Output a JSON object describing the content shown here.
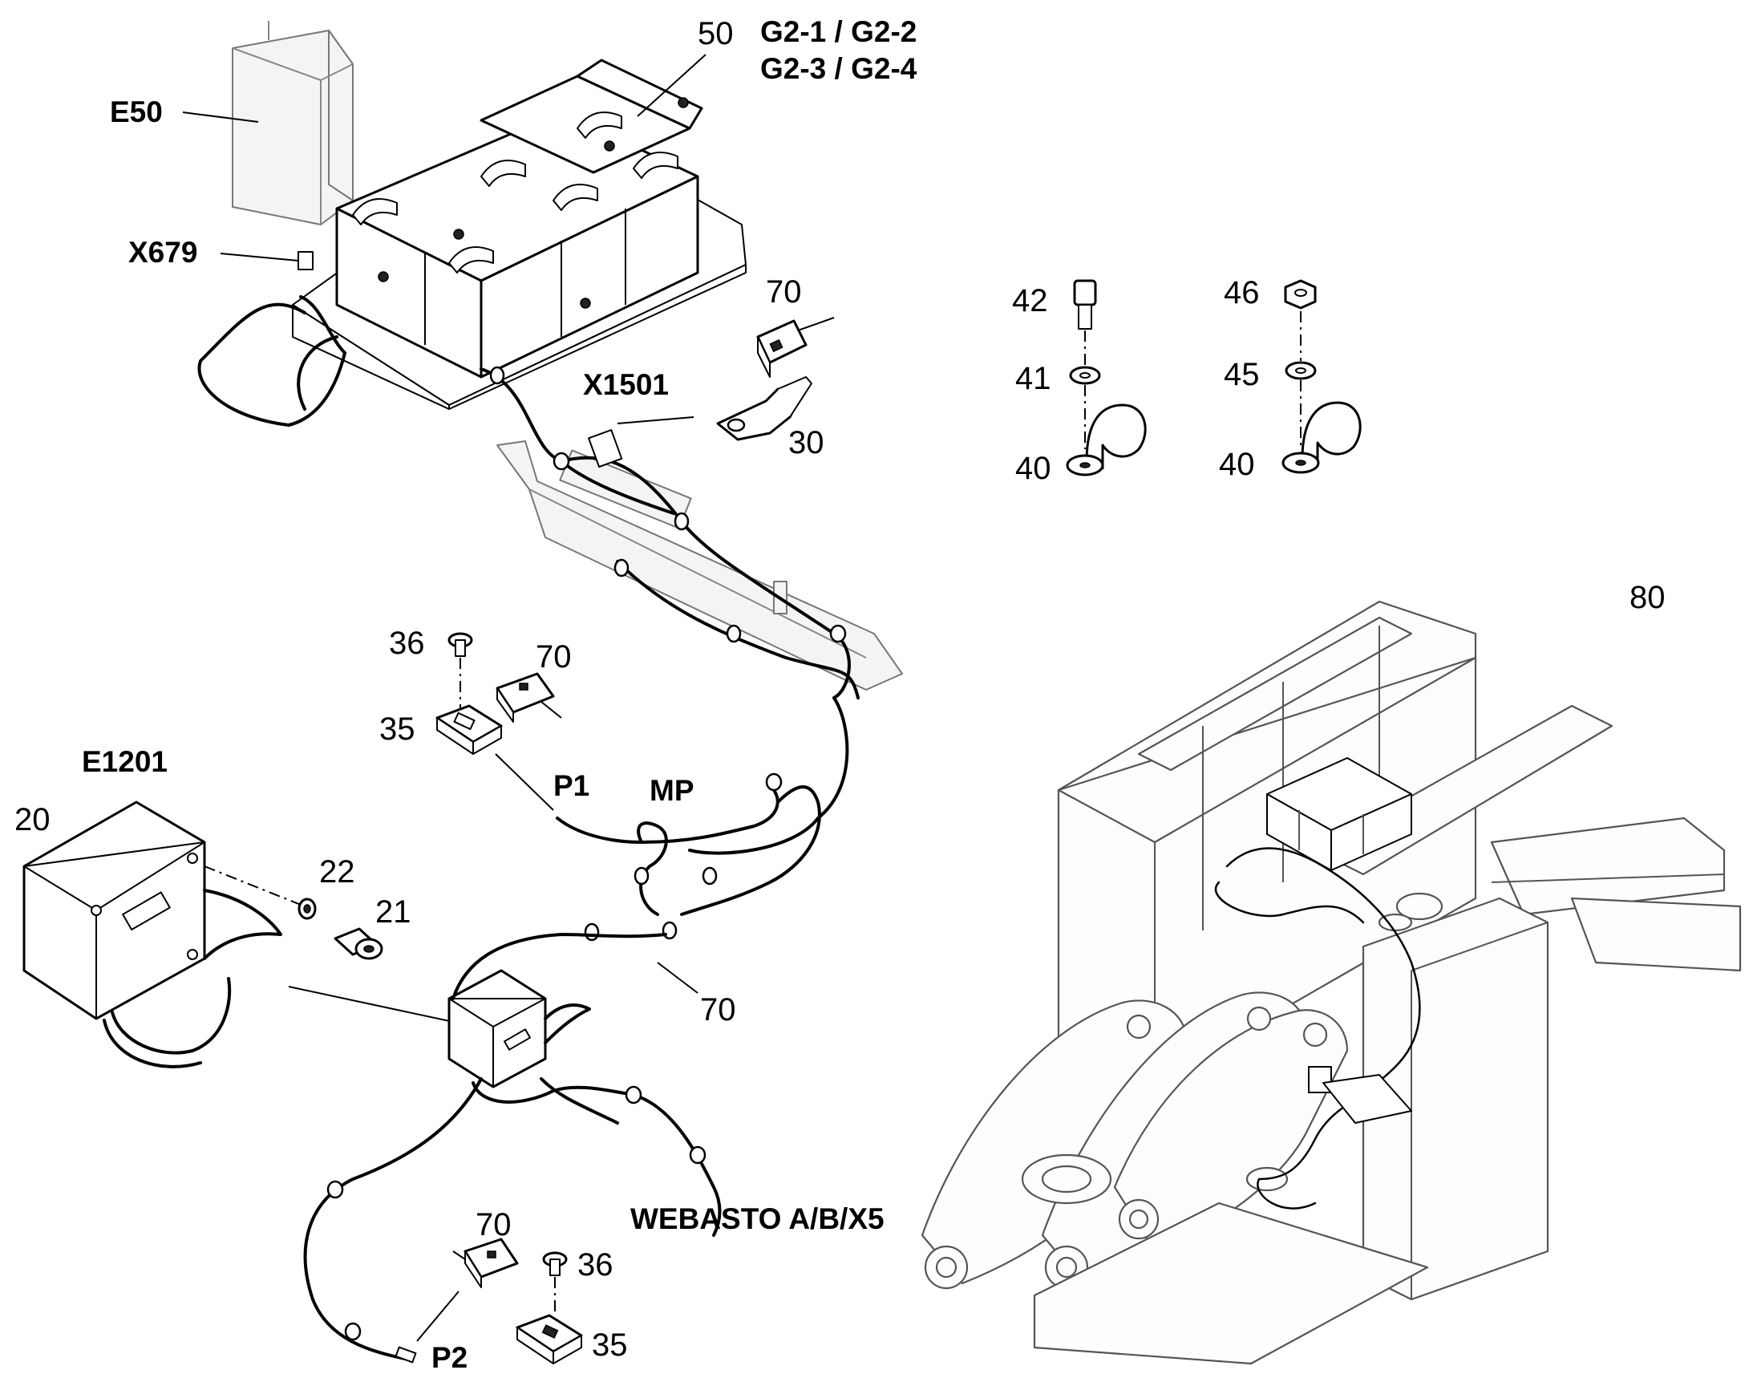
{
  "callouts": {
    "c50": "50",
    "g2_line1": "G2-1 / G2-2",
    "g2_line2": "G2-3 / G2-4",
    "e50": "E50",
    "x679": "X679",
    "c70_top": "70",
    "x1501": "X1501",
    "c30": "30",
    "c42": "42",
    "c41": "41",
    "c40_left": "40",
    "c46": "46",
    "c45": "45",
    "c40_right": "40",
    "c80": "80",
    "c36_mid": "36",
    "c70_mid": "70",
    "c35_mid": "35",
    "e1201": "E1201",
    "p1": "P1",
    "mp": "MP",
    "c20": "20",
    "c22": "22",
    "c21": "21",
    "c70_cable": "70",
    "webasto": "WEBASTO A/B/X5",
    "c70_bottom": "70",
    "c36_bottom": "36",
    "c35_bottom": "35",
    "p2": "P2"
  }
}
